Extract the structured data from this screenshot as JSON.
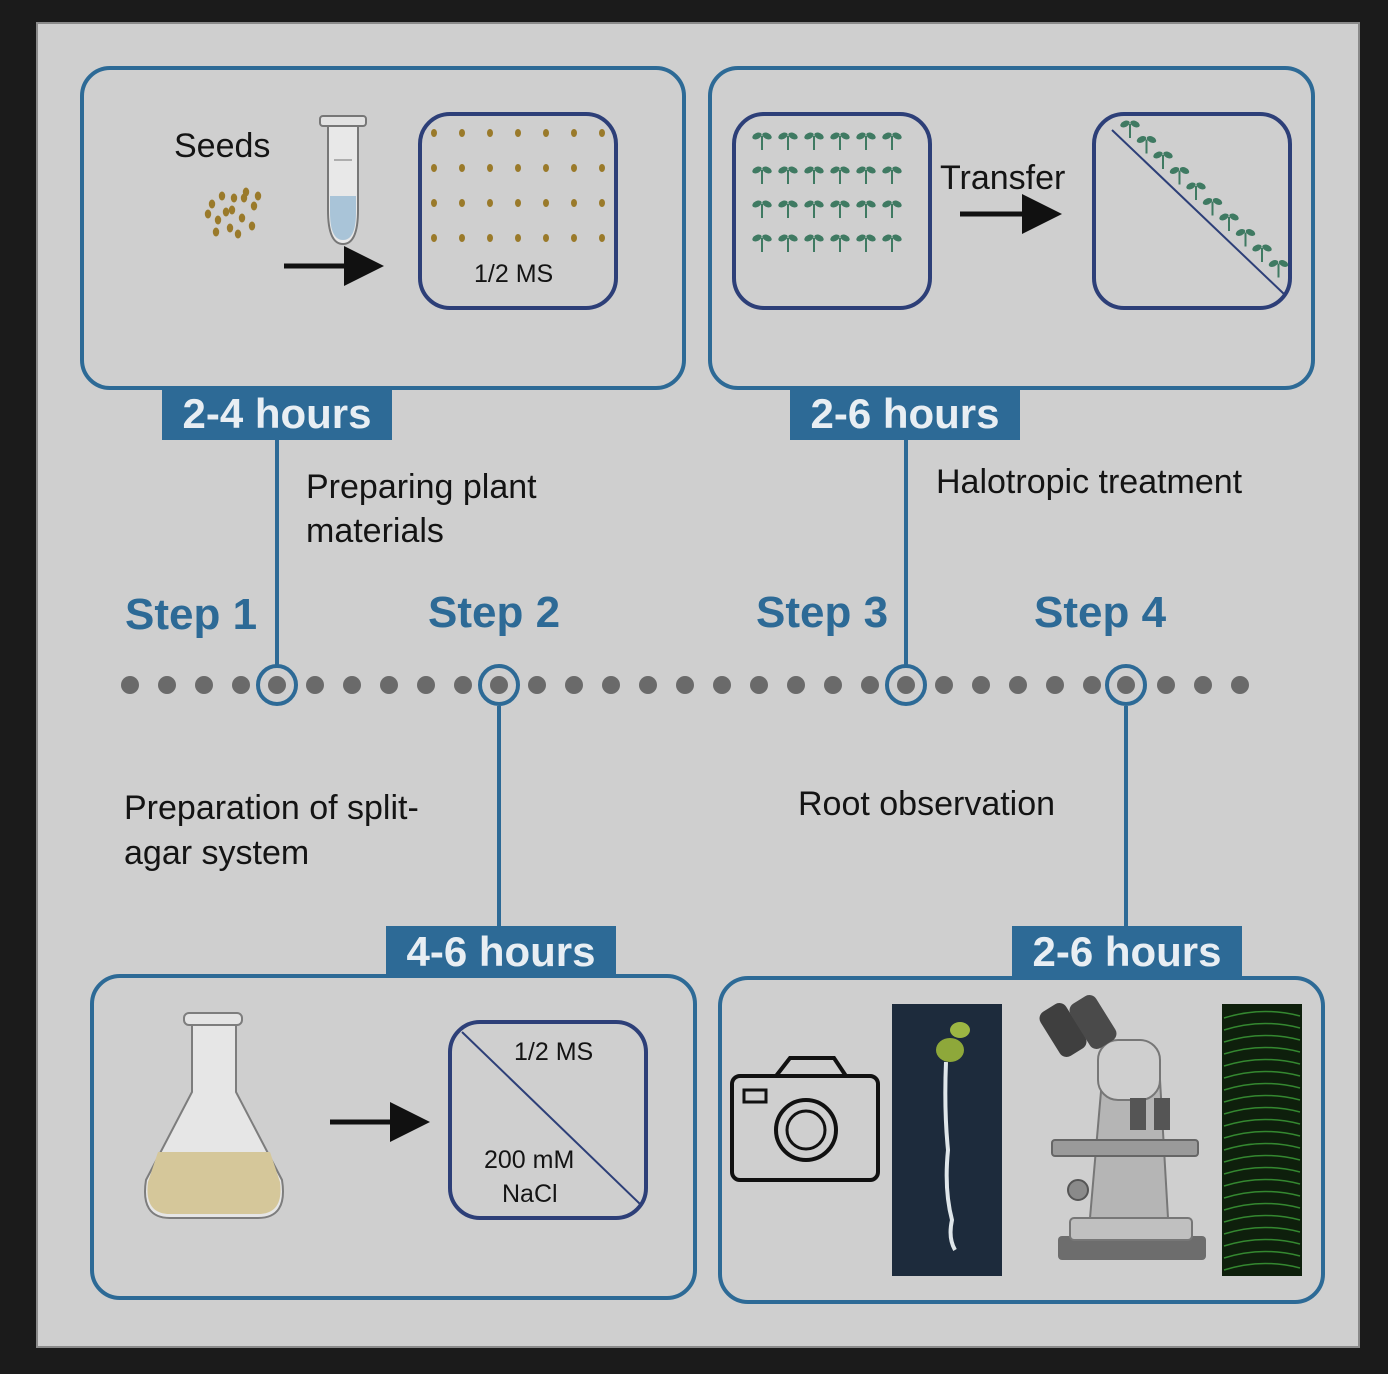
{
  "panels": {
    "step1": {
      "seeds_label": "Seeds",
      "plate_label": "1/2 MS",
      "duration": "2-4 hours",
      "description_line1": "Preparing plant",
      "description_line2": "materials"
    },
    "step2": {
      "plate_top_label": "1/2 MS",
      "plate_bottom_label_line1": "200 mM",
      "plate_bottom_label_line2": "NaCl",
      "duration": "4-6 hours",
      "description_line1": "Preparation of split-",
      "description_line2": "agar system"
    },
    "step3": {
      "transfer_label": "Transfer",
      "duration": "2-6 hours",
      "description": "Halotropic treatment"
    },
    "step4": {
      "duration": "2-6 hours",
      "description": "Root observation"
    }
  },
  "timeline": {
    "steps": [
      "Step 1",
      "Step 2",
      "Step 3",
      "Step 4"
    ]
  },
  "colors": {
    "accent": "#2d6a96",
    "background": "#cfcfcf",
    "frame": "#1b1b1b",
    "dot": "#6a6a6a",
    "seed": "#9a7a2a",
    "seedling": "#3f7a62"
  },
  "icons": [
    "seed-cluster-icon",
    "tube-icon",
    "arrow-icon",
    "petri-plate-icon",
    "seedling-icon",
    "flask-icon",
    "camera-icon",
    "root-photo-icon",
    "microscope-icon",
    "fluorescence-image-icon"
  ]
}
